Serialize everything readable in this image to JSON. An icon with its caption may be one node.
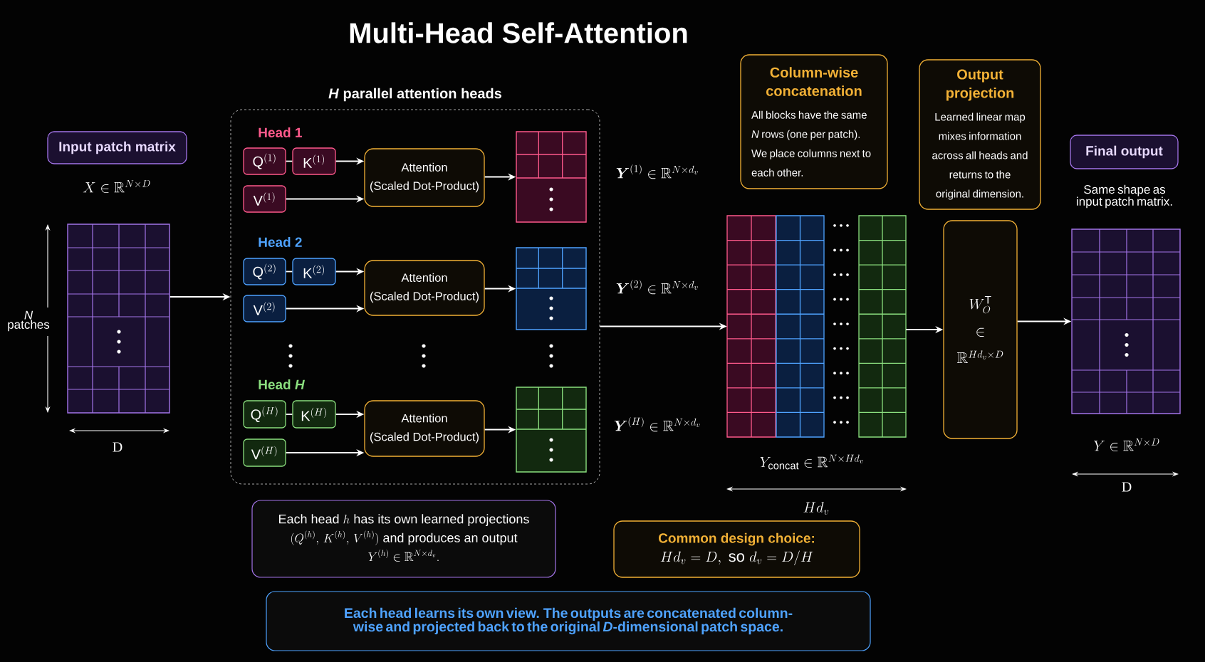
{
  "diagram": {
    "title": "Multi-Head Self-Attention",
    "nodes": [
      {
        "text": [
          "Input patch matrix"
        ]
      },
      {
        "text": [],
        "shape": "box"
      },
      {
        "text": [
          "*H* parallel attention heads"
        ]
      },
      {
        "text": [
          "\\mathrm{Q}^{(1)}"
        ],
        "in": 2
      },
      {
        "text": [
          "\\mathrm{K}^{(1)}"
        ],
        "in": 2
      },
      {
        "text": [
          "\\mathrm{V}^{(1)}"
        ],
        "in": 2
      },
      {
        "text": [
          "Attention",
          "(Scaled Dot-Product)"
        ],
        "in": 2
      },
      {
        "text": [],
        "shape": "box",
        "in": 2
      },
      {
        "text": [
          "\\mathrm{Q}^{(2)}"
        ],
        "in": 2
      },
      {
        "text": [
          "\\mathrm{K}^{(2)}"
        ],
        "in": 2
      },
      {
        "text": [
          "\\mathrm{V}^{(2)}"
        ],
        "in": 2
      },
      {
        "text": [
          "Attention",
          "(Scaled Dot-Product)"
        ],
        "in": 2
      },
      {
        "text": [],
        "shape": "box",
        "in": 2
      },
      {
        "text": [
          "\\mathrm{Q}^{(H)}"
        ],
        "in": 2
      },
      {
        "text": [
          "\\mathrm{K}^{(H)}"
        ],
        "in": 2
      },
      {
        "text": [
          "\\mathrm{V}^{(H)}"
        ],
        "in": 2
      },
      {
        "text": [
          "Attention",
          "(Scaled Dot-Product)"
        ],
        "in": 2
      },
      {
        "text": [],
        "shape": "box",
        "in": 2
      },
      {
        "text": [],
        "shape": "box",
        "beside": [
          "Y_{\\mathrm{concat}} \\in \\mathbb{R}^{N\\times Hd_v}"
        ]
      },
      {
        "text": [
          "Column-wise concatenation",
          "All blocks have the same *N* rows (one per patch). We place columns next to each other."
        ]
      },
      {
        "text": [
          "Output projection",
          "Learned linear map mixes information across all heads and returns to the original dimension."
        ]
      },
      {
        "text": [
          "W_O^{\\mathrm{T}}",
          "\\in",
          "\\mathbb{R}^{Hd_v\\times D}"
        ]
      },
      {
        "text": [
          "Final output"
        ]
      },
      {
        "text": [],
        "shape": "box",
        "beside": [
          "Y \\in \\mathbb{R}^{N\\times D}"
        ]
      },
      {
        "text": [
          "\\begin{gathered}\\text{Each head } h \\text{ has its own learned projections}\\\\ (Q^{(h)},\\, K^{(h)},\\, V^{(h)}) \\text{ and produces an output}\\\\ Y^{(h)} \\in \\mathbb{R}^{N\\times d_v}.\\end{gathered}"
        ]
      },
      {
        "text": [
          "Common design choice:",
          "Hd_v = D,\\ \\mathrm{so}\\ d_v = D/H"
        ]
      },
      {
        "text": [
          "Each head learns its own view. The outputs are concatenated column-wise and projected back to the original *D*-dimensional patch space."
        ]
      }
    ],
    "edges": [
      {
        "from": 1,
        "to": 2,
        "arrow": "to"
      },
      {
        "from": 3,
        "to": 4,
        "arrow": "none"
      },
      {
        "from": 4,
        "to": 6,
        "arrow": "to"
      },
      {
        "from": 5,
        "to": 6,
        "arrow": "to"
      },
      {
        "from": 6,
        "to": 7,
        "arrow": "to"
      },
      {
        "from": 8,
        "to": 9,
        "arrow": "none"
      },
      {
        "from": 9,
        "to": 11,
        "arrow": "to"
      },
      {
        "from": 10,
        "to": 11,
        "arrow": "to"
      },
      {
        "from": 11,
        "to": 12,
        "arrow": "to"
      },
      {
        "from": 13,
        "to": 14,
        "arrow": "none"
      },
      {
        "from": 14,
        "to": 16,
        "arrow": "to"
      },
      {
        "from": 15,
        "to": 16,
        "arrow": "to"
      },
      {
        "from": 16,
        "to": 17,
        "arrow": "to"
      },
      {
        "from": 2,
        "to": 18,
        "arrow": "to"
      },
      {
        "from": 18,
        "to": 21,
        "arrow": "to"
      },
      {
        "from": 21,
        "to": 23,
        "arrow": "to"
      }
    ],
    "labels": [
      "Head 1",
      "Head 2",
      "*N* patches",
      "Head *H*",
      "D",
      "Same shape as input patch matrix.",
      "D",
      "Hd_v",
      "X \\in \\mathbb{R}^{N\\times D}",
      "\\boldsymbol{Y}^{(1)} \\in \\mathbb{R}^{N\\times d_v}",
      "\\boldsymbol{Y}^{(2)} \\in \\mathbb{R}^{N\\times d_v}",
      "\\boldsymbol{Y}^{(H)} \\in \\mathbb{R}^{N\\times d_v}"
    ]
  }
}
